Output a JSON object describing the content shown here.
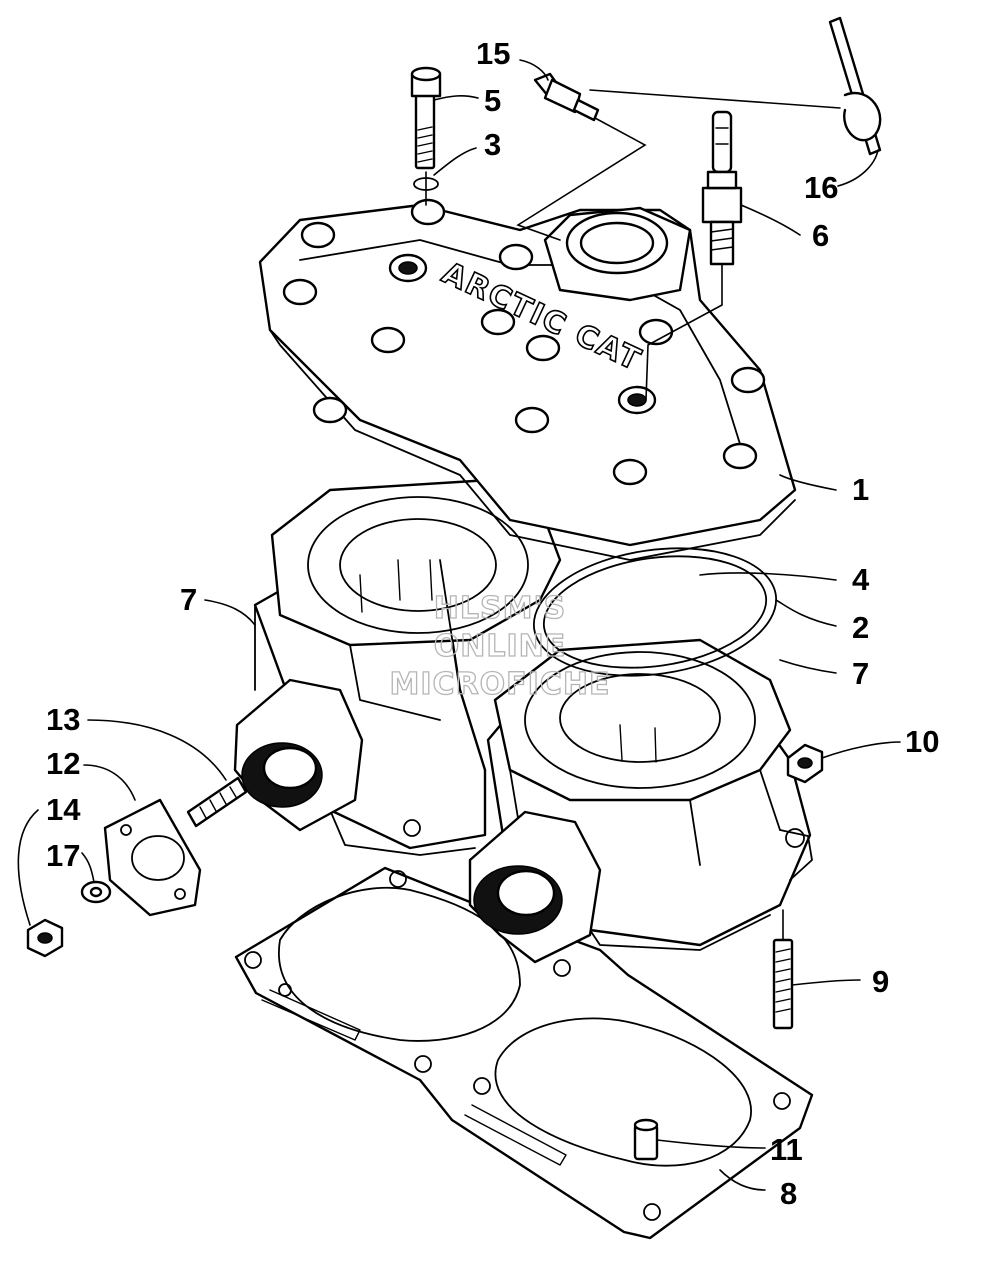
{
  "watermark": {
    "line1": "HLSM'S",
    "line2": "ONLINE",
    "line3": "MICROFICHE"
  },
  "head_cast_text": "ARCTIC CAT",
  "callouts": {
    "c1": "1",
    "c2": "2",
    "c3": "3",
    "c4": "4",
    "c5": "5",
    "c6": "6",
    "c7a": "7",
    "c7b": "7",
    "c8": "8",
    "c9": "9",
    "c10": "10",
    "c11": "11",
    "c12": "12",
    "c13": "13",
    "c14": "14",
    "c15": "15",
    "c16": "16",
    "c17": "17"
  }
}
